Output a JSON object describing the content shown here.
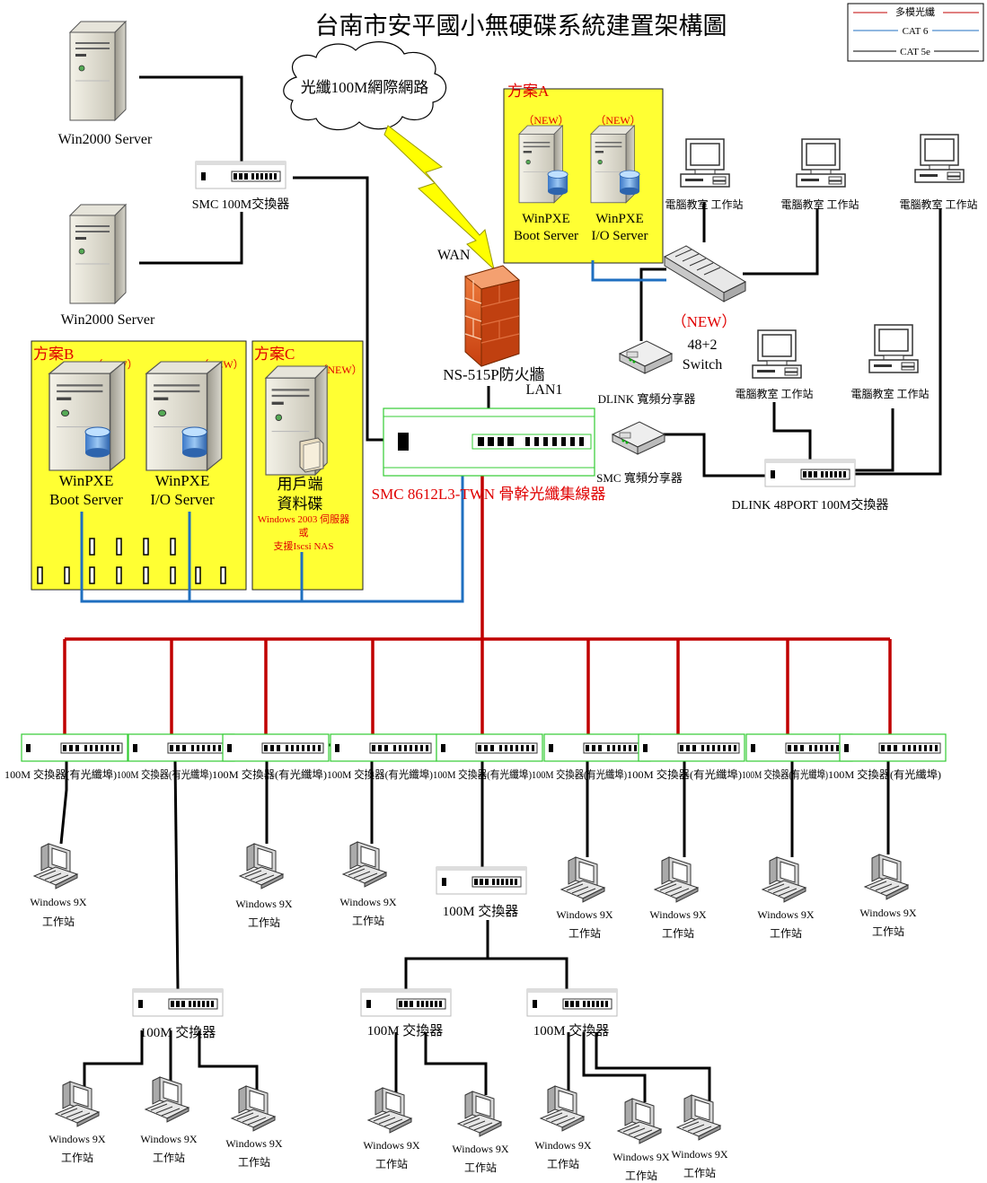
{
  "title": "台南市安平國小無硬碟系統建置架構圖",
  "legend": [
    {
      "label": "多模光纖",
      "color": "#c00000"
    },
    {
      "label": "CAT 6",
      "color": "#1f6fc0"
    },
    {
      "label": "CAT 5e",
      "color": "#000000"
    }
  ],
  "colors": {
    "fiber": "#c00000",
    "cat6": "#1f6fc0",
    "cat5e": "#000000",
    "zone_fill": "#ffff33",
    "new_text": "#c00000",
    "switch_border": "#33cc33"
  },
  "servers": {
    "win2000_1": "Win2000 Server",
    "win2000_2": "Win2000 Server"
  },
  "smc100m": "SMC  100M交換器",
  "cloud": "光纖100M網際網路",
  "wan": "WAN",
  "firewall": "NS-515P防火牆",
  "lan1": "LAN1",
  "core": "SMC 8612L3-TWN 骨幹光纖集線器",
  "smc_router": "SMC  寬頻分享器",
  "dlink_switch": "DLINK 48PORT 100M交換器",
  "dlink_router": "DLINK  寬頻分享器",
  "plan_a": {
    "title": "方案A",
    "new1": "（NEW）",
    "new2": "（NEW）",
    "boot": [
      "WinPXE",
      "Boot Server"
    ],
    "io": [
      "WinPXE",
      "I/O Server"
    ],
    "switch_new": "（NEW）",
    "switch_name": [
      "48+2",
      "Switch"
    ]
  },
  "plan_b": {
    "title": "方案B",
    "new1": "（NEW）",
    "new2": "（NEW）",
    "boot": [
      "WinPXE",
      "Boot Server"
    ],
    "io": [
      "WinPXE",
      "I/O Server"
    ]
  },
  "plan_c": {
    "title": "方案C",
    "new": "（NEW）",
    "disk": [
      "用戶端",
      "資料碟"
    ],
    "note": [
      "Windows 2003 伺服器",
      "或",
      "支援Iscsi NAS"
    ]
  },
  "classroom_label": "電腦教室 工作站",
  "edge_switch_label": "100M 交換器(有光纖埠)",
  "sub_switch_label": "100M 交換器",
  "workstation_label": [
    "Windows 9X",
    "工作站"
  ]
}
